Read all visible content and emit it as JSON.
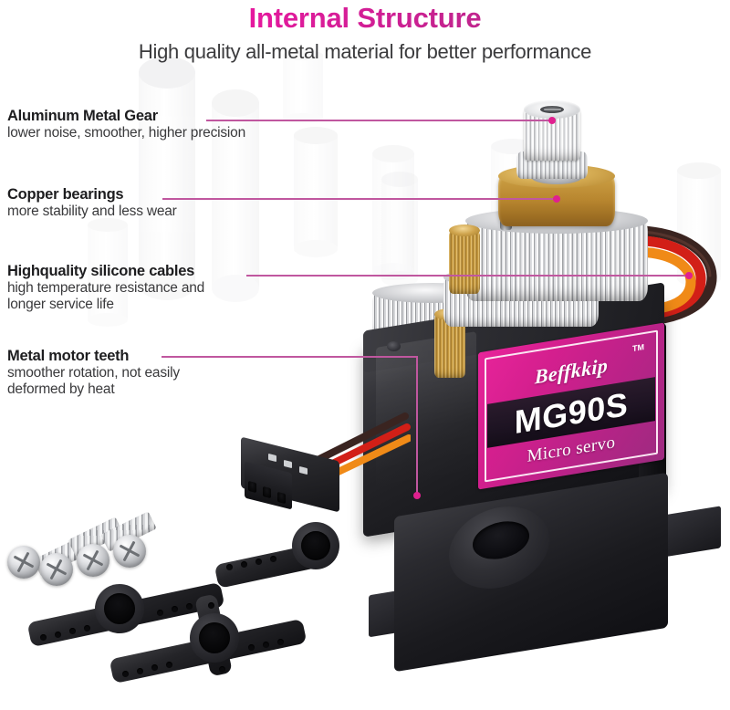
{
  "header": {
    "title": "Internal Structure",
    "subtitle": "High quality all-metal material for better performance",
    "title_gradient_from": "#ef2fae",
    "title_gradient_to": "#a32a86"
  },
  "annotations": [
    {
      "heading": "Aluminum Metal Gear",
      "description_lines": [
        "lower noise, smoother, higher precision"
      ]
    },
    {
      "heading": "Copper bearings",
      "description_lines": [
        "more stability and less wear"
      ]
    },
    {
      "heading": "Highquality silicone cables",
      "description_lines": [
        "high temperature resistance and",
        "longer service life"
      ]
    },
    {
      "heading": "Metal motor teeth",
      "description_lines": [
        "smoother rotation, not easily",
        "deformed by heat"
      ]
    }
  ],
  "product_label": {
    "brand": "Beffkkip",
    "trademark": "TM",
    "model": "MG90S",
    "type": "Micro servo",
    "label_color": "#d41f8e",
    "band_color": "#1d1322"
  },
  "accents": {
    "leader_line": "#c0579f",
    "leader_dot": "#e0208f",
    "text_heading": "#1d1d1f",
    "text_body": "#3a3a3c",
    "background": "#ffffff"
  }
}
